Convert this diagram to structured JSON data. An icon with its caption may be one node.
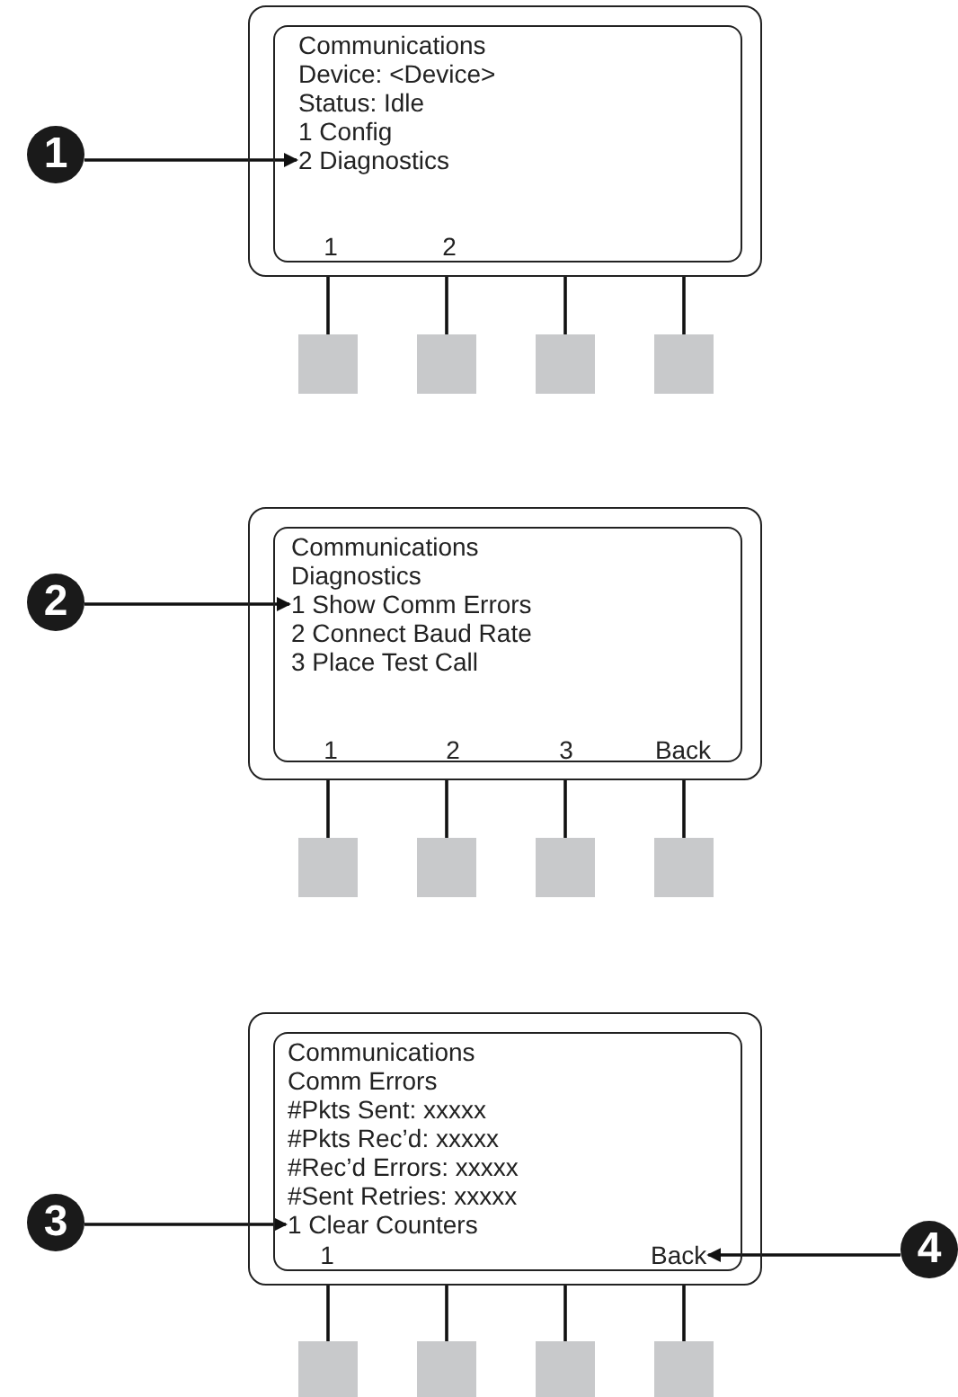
{
  "diagram": {
    "nodes": [
      {
        "text": [
          "1"
        ]
      },
      {
        "text": [],
        "shape": "box"
      },
      {
        "text": [
          "Communications",
          "Device: <Device>",
          "Status: Idle",
          "1 Config",
          "1",
          "2"
        ],
        "in": 1
      },
      {
        "text": [
          "2 Diagnostics"
        ],
        "in": 2
      },
      {
        "text": [],
        "shape": "box"
      },
      {
        "text": [],
        "shape": "box"
      },
      {
        "text": [],
        "shape": "box"
      },
      {
        "text": [],
        "shape": "box"
      },
      {
        "text": [
          "2"
        ]
      },
      {
        "text": [],
        "shape": "box"
      },
      {
        "text": [
          "Communications",
          "Diagnostics",
          "2 Connect Baud Rate",
          "3 Place Test Call",
          "1",
          "2",
          "3",
          "Back"
        ],
        "in": 9
      },
      {
        "text": [
          "1 Show Comm Errors"
        ],
        "in": 10
      },
      {
        "text": [],
        "shape": "box"
      },
      {
        "text": [],
        "shape": "box"
      },
      {
        "text": [],
        "shape": "box"
      },
      {
        "text": [],
        "shape": "box"
      },
      {
        "text": [
          "3"
        ]
      },
      {
        "text": [],
        "shape": "box"
      },
      {
        "text": [
          "Communications",
          "Comm Errors",
          "#Pkts Sent: xxxxx",
          "#Pkts Rec’d: xxxxx",
          "#Rec’d Errors: xxxxx",
          "#Sent Retries: xxxxx",
          "1"
        ],
        "in": 17
      },
      {
        "text": [
          "1 Clear Counters"
        ],
        "in": 18
      },
      {
        "text": [
          "Back"
        ],
        "in": 18
      },
      {
        "text": [],
        "shape": "box"
      },
      {
        "text": [],
        "shape": "box"
      },
      {
        "text": [],
        "shape": "box"
      },
      {
        "text": [],
        "shape": "box"
      },
      {
        "text": [
          "4"
        ]
      }
    ],
    "edges": [
      {
        "from": 0,
        "to": 3,
        "arrow": "to"
      },
      {
        "from": 4,
        "to": 1,
        "arrow": "none"
      },
      {
        "from": 5,
        "to": 1,
        "arrow": "none"
      },
      {
        "from": 6,
        "to": 1,
        "arrow": "none"
      },
      {
        "from": 7,
        "to": 1,
        "arrow": "none"
      },
      {
        "from": 8,
        "to": 11,
        "arrow": "to"
      },
      {
        "from": 12,
        "to": 9,
        "arrow": "none"
      },
      {
        "from": 13,
        "to": 9,
        "arrow": "none"
      },
      {
        "from": 14,
        "to": 9,
        "arrow": "none"
      },
      {
        "from": 15,
        "to": 9,
        "arrow": "none"
      },
      {
        "from": 16,
        "to": 19,
        "arrow": "to"
      },
      {
        "from": 25,
        "to": 20,
        "arrow": "to"
      },
      {
        "from": 21,
        "to": 17,
        "arrow": "none"
      },
      {
        "from": 22,
        "to": 17,
        "arrow": "none"
      },
      {
        "from": 23,
        "to": 17,
        "arrow": "none"
      },
      {
        "from": 24,
        "to": 17,
        "arrow": "none"
      }
    ]
  }
}
